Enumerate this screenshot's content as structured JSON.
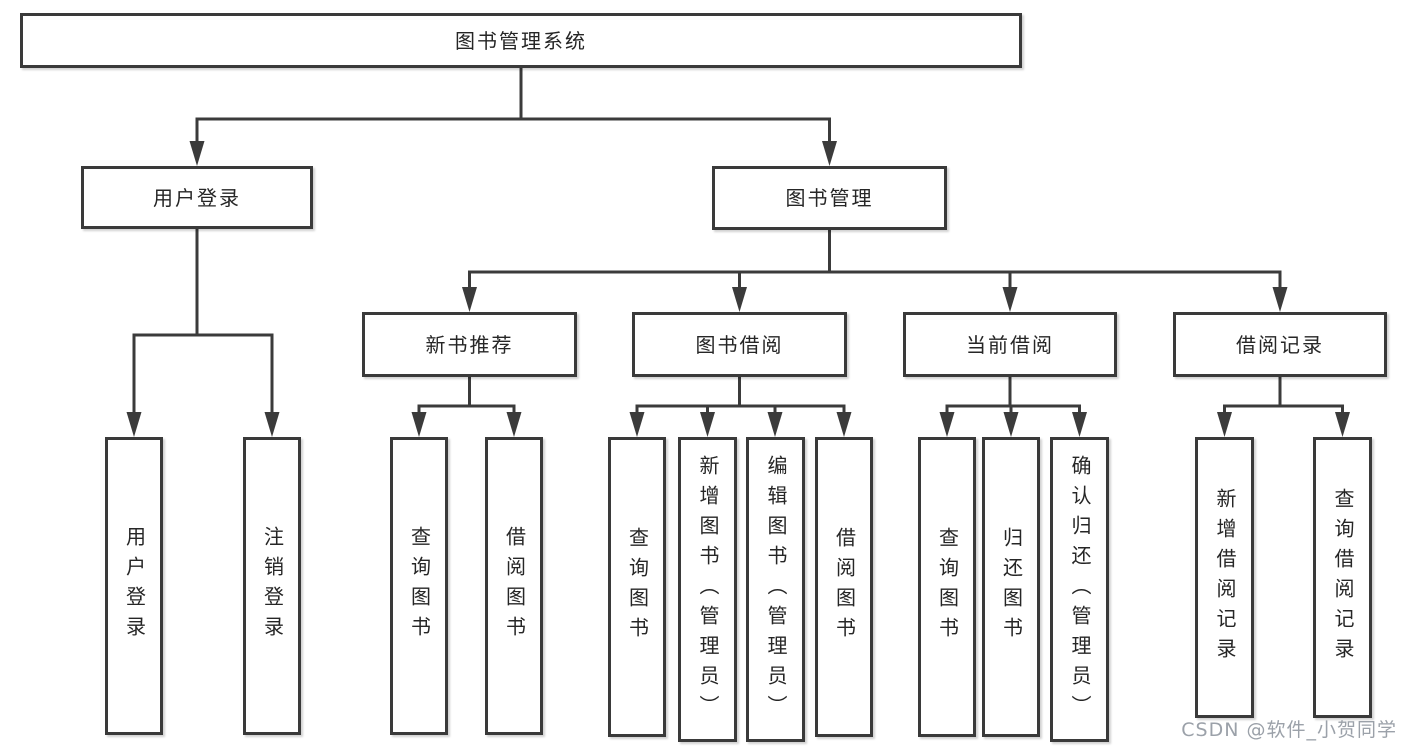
{
  "tree": {
    "label": "图书管理系统",
    "children": [
      {
        "label": "用户登录",
        "children": [
          {
            "label": "用户登录"
          },
          {
            "label": "注销登录"
          }
        ]
      },
      {
        "label": "图书管理",
        "children": [
          {
            "label": "新书推荐",
            "children": [
              {
                "label": "查询图书"
              },
              {
                "label": "借阅图书"
              }
            ]
          },
          {
            "label": "图书借阅",
            "children": [
              {
                "label": "查询图书"
              },
              {
                "label": "新增图书（管理员）"
              },
              {
                "label": "编辑图书（管理员）"
              },
              {
                "label": "借阅图书"
              }
            ]
          },
          {
            "label": "当前借阅",
            "children": [
              {
                "label": "查询图书"
              },
              {
                "label": "归还图书"
              },
              {
                "label": "确认归还（管理员）"
              }
            ]
          },
          {
            "label": "借阅记录",
            "children": [
              {
                "label": "新增借阅记录"
              },
              {
                "label": "查询借阅记录"
              }
            ]
          }
        ]
      }
    ]
  },
  "watermark": {
    "text": "CSDN @软件_小贺同学"
  },
  "colors": {
    "line": "#3b3b3b",
    "border": "#3a3a3a",
    "fill": "#ffffff",
    "text": "#262626",
    "watermark": "#9ba1a9"
  }
}
